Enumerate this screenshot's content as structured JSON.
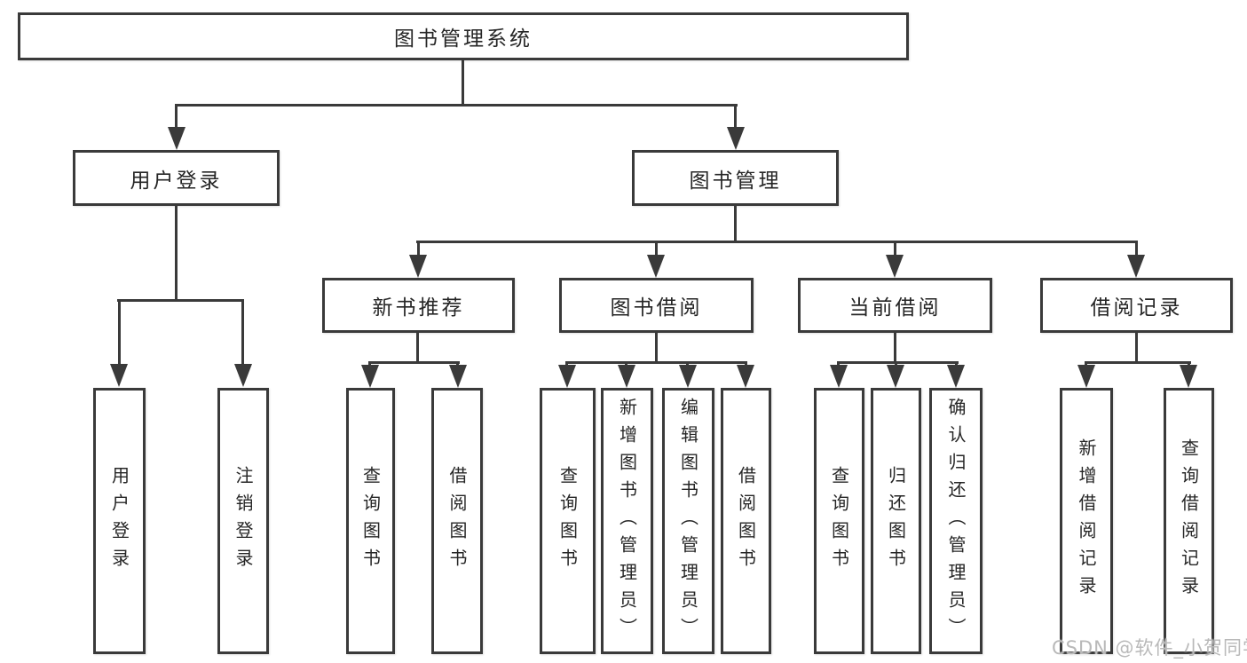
{
  "tree": {
    "label": "图书管理系统",
    "children": [
      {
        "label": "用户登录",
        "children": [
          {
            "label": "用户登录"
          },
          {
            "label": "注销登录"
          }
        ]
      },
      {
        "label": "图书管理",
        "children": [
          {
            "label": "新书推荐",
            "children": [
              {
                "label": "查询图书"
              },
              {
                "label": "借阅图书"
              }
            ]
          },
          {
            "label": "图书借阅",
            "children": [
              {
                "label": "查询图书"
              },
              {
                "label": "新增图书（管理员）"
              },
              {
                "label": "编辑图书（管理员）"
              },
              {
                "label": "借阅图书"
              }
            ]
          },
          {
            "label": "当前借阅",
            "children": [
              {
                "label": "查询图书"
              },
              {
                "label": "归还图书"
              },
              {
                "label": "确认归还（管理员）"
              }
            ]
          },
          {
            "label": "借阅记录",
            "children": [
              {
                "label": "新增借阅记录"
              },
              {
                "label": "查询借阅记录"
              }
            ]
          }
        ]
      }
    ]
  },
  "watermark": {
    "text": "CSDN @软件_小贺同学"
  },
  "colors": {
    "line": "#3a3a3a",
    "text": "#262626",
    "watermark": "#b9b9b9",
    "background": "#ffffff"
  }
}
